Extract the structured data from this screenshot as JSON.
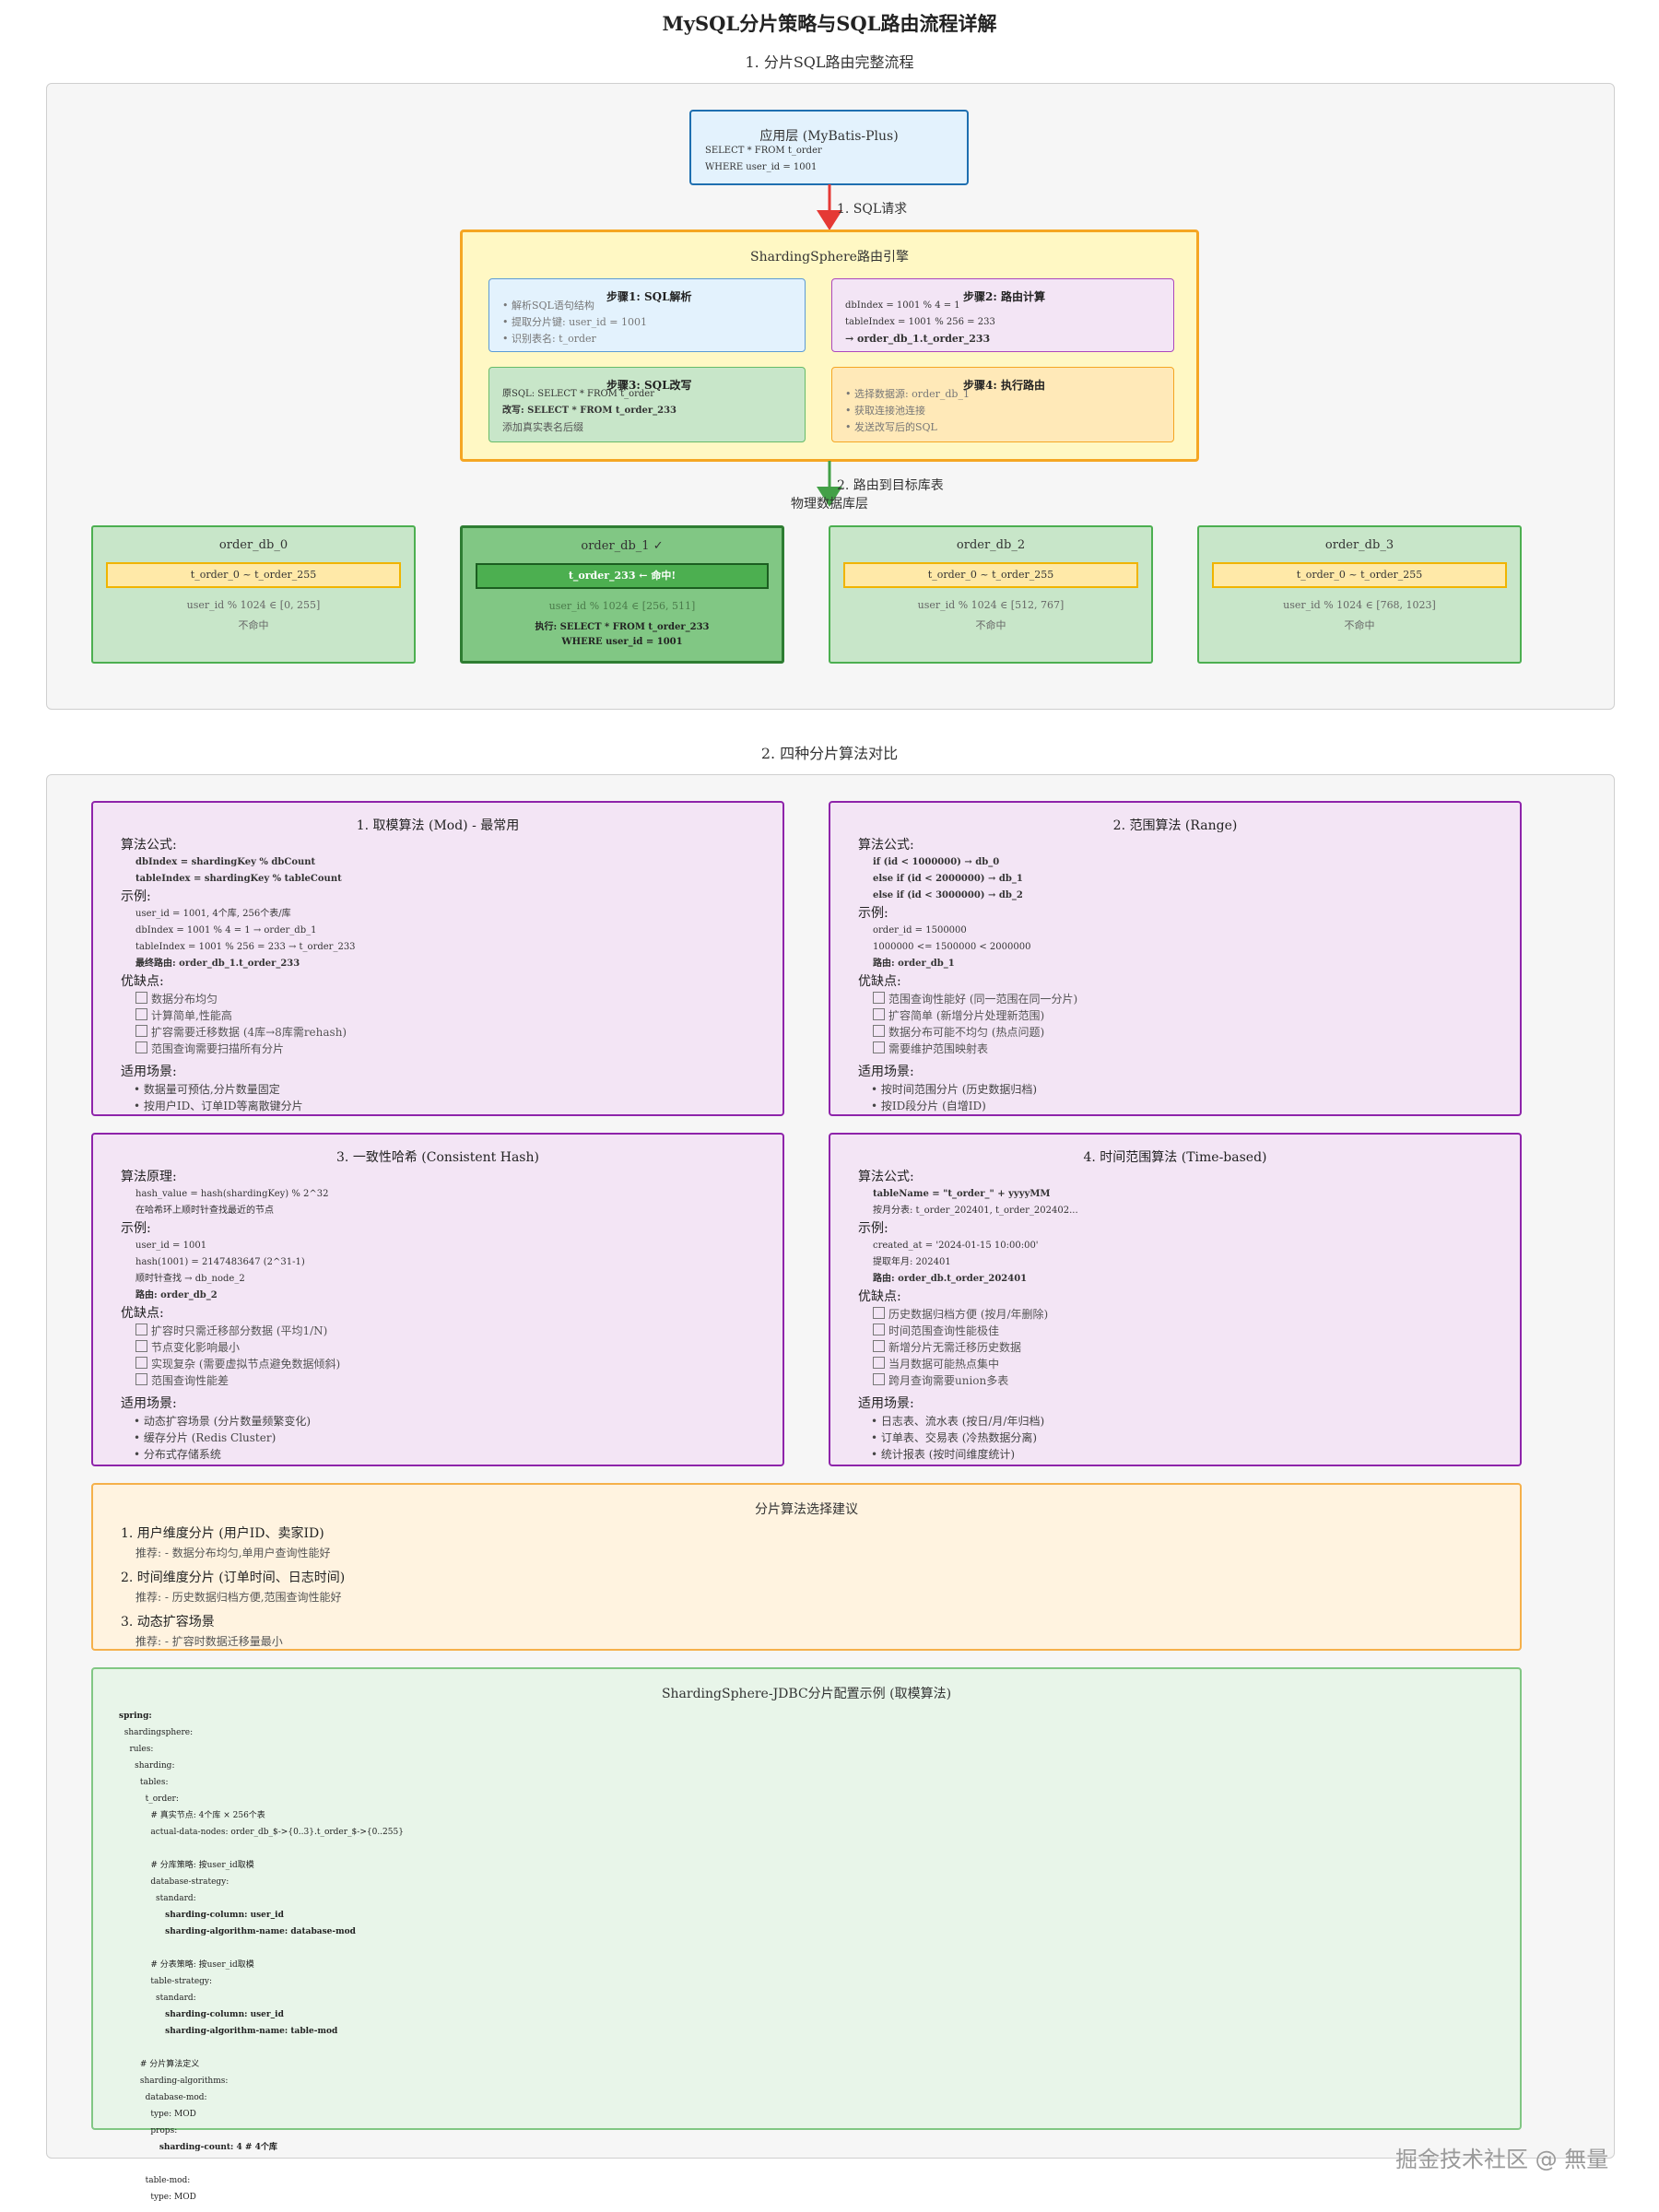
{
  "title": "MySQL分片策略与SQL路由流程详解",
  "section1_title": "1. 分片SQL路由完整流程",
  "section2_title": "2. 四种分片算法对比",
  "app_layer": {
    "title": "应用层 (MyBatis-Plus)",
    "lines": [
      "SELECT * FROM t_order",
      "WHERE user_id = 1001"
    ]
  },
  "arrow1_label": "1. SQL请求",
  "arrow2_label": "2. 路由到目标库表",
  "physical_label": "物理数据库层",
  "engine": {
    "title": "ShardingSphere路由引擎",
    "step1": {
      "title": "步骤1: SQL解析",
      "lines": [
        "• 解析SQL语句结构",
        "• 提取分片键: user_id = 1001",
        "• 识别表名: t_order"
      ]
    },
    "step2": {
      "title": "步骤2: 路由计算",
      "lines": [
        "dbIndex = 1001 % 4 = 1",
        "tableIndex = 1001 % 256 = 233",
        "→ order_db_1.t_order_233"
      ]
    },
    "step3": {
      "title": "步骤3: SQL改写",
      "lines": [
        "原SQL: SELECT * FROM t_order",
        "改写: SELECT * FROM t_order_233",
        "添加真实表名后缀"
      ]
    },
    "step4": {
      "title": "步骤4: 执行路由",
      "lines": [
        "• 选择数据源: order_db_1",
        "• 获取连接池连接",
        "• 发送改写后的SQL"
      ]
    }
  },
  "databases": [
    {
      "name": "order_db_0",
      "table": "t_order_0 ~ t_order_255",
      "line1": "user_id % 1024 ∈ [0, 255]",
      "line2": "不命中"
    },
    {
      "name": "order_db_1 ✓",
      "table": "t_order_233 ← 命中!",
      "line1": "user_id % 1024 ∈ [256, 511]",
      "line2": "执行: SELECT * FROM t_order_233",
      "line3": "WHERE user_id = 1001"
    },
    {
      "name": "order_db_2",
      "table": "t_order_0 ~ t_order_255",
      "line1": "user_id % 1024 ∈ [512, 767]",
      "line2": "不命中"
    },
    {
      "name": "order_db_3",
      "table": "t_order_0 ~ t_order_255",
      "line1": "user_id % 1024 ∈ [768, 1023]",
      "line2": "不命中"
    }
  ],
  "algorithms": [
    {
      "title": "1. 取模算法 (Mod) - 最常用",
      "formula_label": "算法公式:",
      "formula": [
        "dbIndex = shardingKey % dbCount",
        "tableIndex = shardingKey % tableCount"
      ],
      "example_label": "示例:",
      "example": [
        "user_id = 1001, 4个库, 256个表/库",
        "dbIndex = 1001 % 4 = 1 → order_db_1",
        "tableIndex = 1001 % 256 = 233 → t_order_233",
        "最终路由: order_db_1.t_order_233"
      ],
      "pros_label": "优缺点:",
      "pros": [
        "数据分布均匀",
        "计算简单,性能高",
        "扩容需要迁移数据 (4库→8库需rehash)",
        "范围查询需要扫描所有分片"
      ],
      "scene_label": "适用场景:",
      "scene": [
        "• 数据量可预估,分片数量固定",
        "• 按用户ID、订单ID等离散键分片"
      ]
    },
    {
      "title": "2. 范围算法 (Range)",
      "formula_label": "算法公式:",
      "formula": [
        "if (id < 1000000) → db_0",
        "else if (id < 2000000) → db_1",
        "else if (id < 3000000) → db_2"
      ],
      "example_label": "示例:",
      "example": [
        "order_id = 1500000",
        "1000000 <= 1500000 < 2000000",
        "路由: order_db_1"
      ],
      "pros_label": "优缺点:",
      "pros": [
        "范围查询性能好 (同一范围在同一分片)",
        "扩容简单 (新增分片处理新范围)",
        "数据分布可能不均匀 (热点问题)",
        "需要维护范围映射表"
      ],
      "scene_label": "适用场景:",
      "scene": [
        "• 按时间范围分片 (历史数据归档)",
        "• 按ID段分片 (自增ID)"
      ]
    },
    {
      "title": "3. 一致性哈希 (Consistent Hash)",
      "formula_label": "算法原理:",
      "formula": [
        "hash_value = hash(shardingKey) % 2^32",
        "在哈希环上顺时针查找最近的节点"
      ],
      "example_label": "示例:",
      "example": [
        "user_id = 1001",
        "hash(1001) = 2147483647 (2^31-1)",
        "顺时针查找 → db_node_2",
        "路由: order_db_2"
      ],
      "pros_label": "优缺点:",
      "pros": [
        "扩容时只需迁移部分数据 (平均1/N)",
        "节点变化影响最小",
        "实现复杂 (需要虚拟节点避免数据倾斜)",
        "范围查询性能差"
      ],
      "scene_label": "适用场景:",
      "scene": [
        "• 动态扩容场景 (分片数量频繁变化)",
        "• 缓存分片 (Redis Cluster)",
        "• 分布式存储系统"
      ]
    },
    {
      "title": "4. 时间范围算法 (Time-based)",
      "formula_label": "算法公式:",
      "formula": [
        "tableName = \"t_order_\" + yyyyMM",
        "按月分表: t_order_202401, t_order_202402..."
      ],
      "example_label": "示例:",
      "example": [
        "created_at = '2024-01-15 10:00:00'",
        "提取年月: 202401",
        "路由: order_db.t_order_202401"
      ],
      "pros_label": "优缺点:",
      "pros": [
        "历史数据归档方便 (按月/年删除)",
        "时间范围查询性能极佳",
        "新增分片无需迁移历史数据",
        "当月数据可能热点集中",
        "跨月查询需要union多表"
      ],
      "scene_label": "适用场景:",
      "scene": [
        "• 日志表、流水表 (按日/月/年归档)",
        "• 订单表、交易表 (冷热数据分离)",
        "• 统计报表 (按时间维度统计)"
      ]
    }
  ],
  "advice": {
    "title": "分片算法选择建议",
    "items": [
      {
        "head": "1. 用户维度分片 (用户ID、卖家ID)",
        "sub": "推荐: - 数据分布均匀,单用户查询性能好"
      },
      {
        "head": "2. 时间维度分片 (订单时间、日志时间)",
        "sub": "推荐: - 历史数据归档方便,范围查询性能好"
      },
      {
        "head": "3. 动态扩容场景",
        "sub": "推荐: - 扩容时数据迁移量最小"
      }
    ]
  },
  "config": {
    "title": "ShardingSphere-JDBC分片配置示例 (取模算法)",
    "lines": [
      "spring:",
      "  shardingsphere:",
      "    rules:",
      "      sharding:",
      "        tables:",
      "          t_order:",
      "            # 真实节点: 4个库 × 256个表",
      "            actual-data-nodes: order_db_$->{0..3}.t_order_$->{0..255}",
      "",
      "            # 分库策略: 按user_id取模",
      "            database-strategy:",
      "              standard:",
      "                sharding-column: user_id",
      "                sharding-algorithm-name: database-mod",
      "",
      "            # 分表策略: 按user_id取模",
      "            table-strategy:",
      "              standard:",
      "                sharding-column: user_id",
      "                sharding-algorithm-name: table-mod",
      "",
      "        # 分片算法定义",
      "        sharding-algorithms:",
      "          database-mod:",
      "            type: MOD",
      "            props:",
      "              sharding-count: 4 # 4个库",
      "",
      "          table-mod:",
      "            type: MOD"
    ]
  },
  "watermark": "掘金技术社区 @ 無量",
  "colors": {
    "blue_bg": "#e3f2fd",
    "blue_border": "#1e6fb0",
    "yellow_bg": "#fff8c4",
    "orange_border": "#f5a623",
    "green_bg": "#c8e6c9",
    "green_border": "#4caf50",
    "purple_bg": "#f3e5f5",
    "purple_border": "#8e24aa",
    "red_arrow": "#e53935",
    "green_arrow": "#43a047"
  }
}
